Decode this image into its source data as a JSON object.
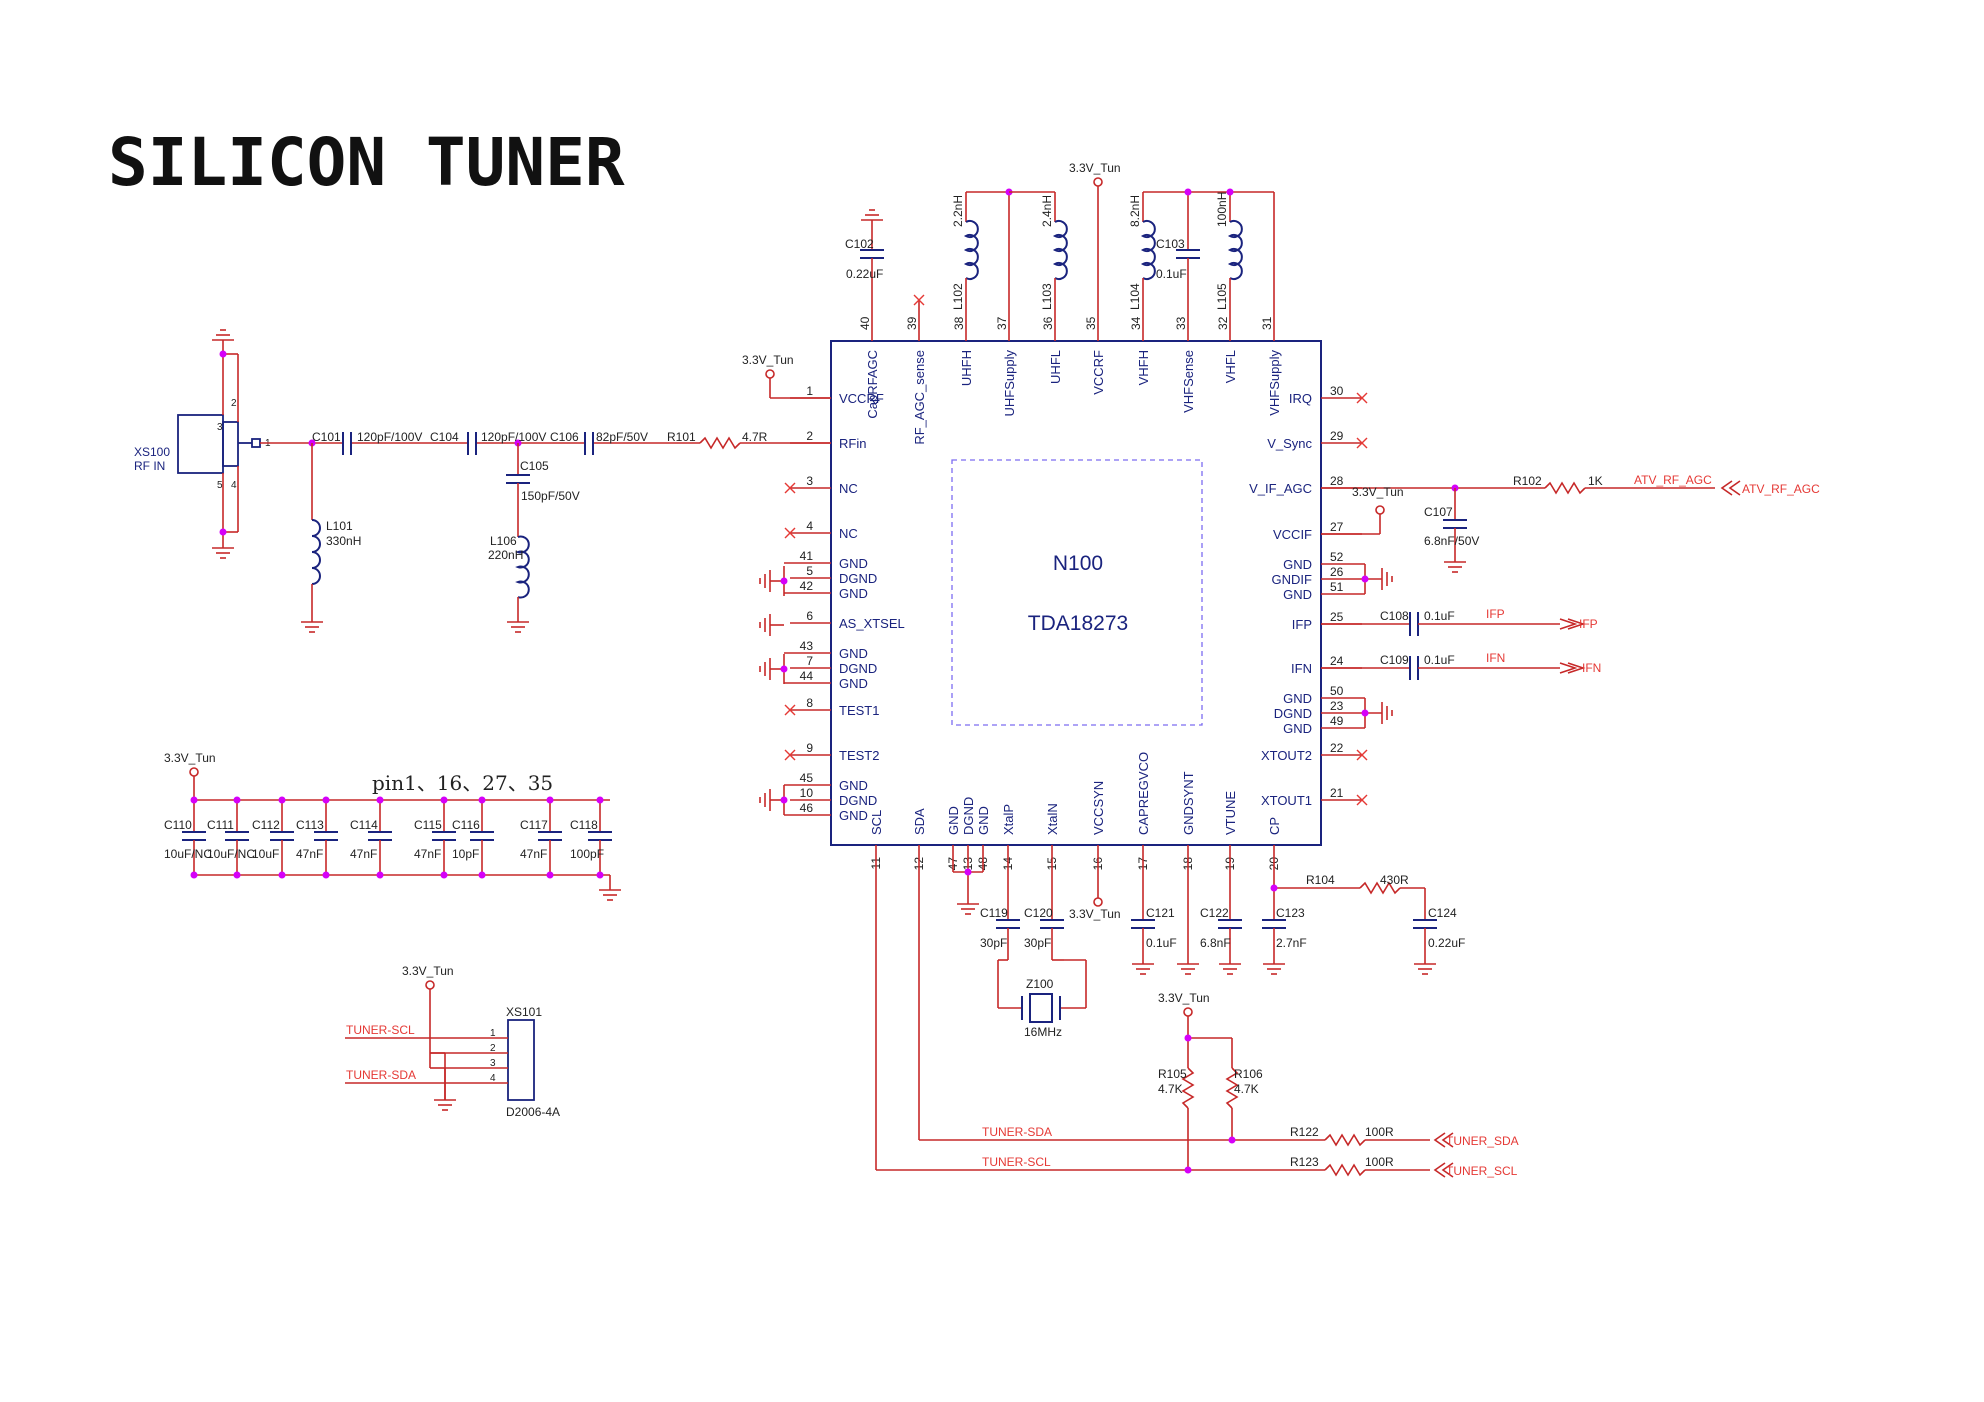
{
  "title": "SILICON TUNER",
  "supply_label": "3.3V_Tun",
  "ic": {
    "ref": "N100",
    "part": "TDA18273",
    "left_pins": [
      {
        "num": "1",
        "name": "VCCRF"
      },
      {
        "num": "2",
        "name": "RFin"
      },
      {
        "num": "3",
        "name": "NC"
      },
      {
        "num": "4",
        "name": "NC"
      },
      {
        "num": "41",
        "name": "GND"
      },
      {
        "num": "5",
        "name": "DGND"
      },
      {
        "num": "42",
        "name": "GND"
      },
      {
        "num": "6",
        "name": "AS_XTSEL"
      },
      {
        "num": "43",
        "name": "GND"
      },
      {
        "num": "7",
        "name": "DGND"
      },
      {
        "num": "44",
        "name": "GND"
      },
      {
        "num": "8",
        "name": "TEST1"
      },
      {
        "num": "9",
        "name": "TEST2"
      },
      {
        "num": "45",
        "name": "GND"
      },
      {
        "num": "10",
        "name": "DGND"
      },
      {
        "num": "46",
        "name": "GND"
      }
    ],
    "right_pins": [
      {
        "num": "30",
        "name": "IRQ"
      },
      {
        "num": "29",
        "name": "V_Sync"
      },
      {
        "num": "28",
        "name": "V_IF_AGC"
      },
      {
        "num": "27",
        "name": "VCCIF"
      },
      {
        "num": "52",
        "name": "GND"
      },
      {
        "num": "26",
        "name": "GNDIF"
      },
      {
        "num": "51",
        "name": "GND"
      },
      {
        "num": "25",
        "name": "IFP"
      },
      {
        "num": "24",
        "name": "IFN"
      },
      {
        "num": "50",
        "name": "GND"
      },
      {
        "num": "23",
        "name": "DGND"
      },
      {
        "num": "49",
        "name": "GND"
      },
      {
        "num": "22",
        "name": "XTOUT2"
      },
      {
        "num": "21",
        "name": "XTOUT1"
      }
    ],
    "top_pins": [
      {
        "num": "40",
        "name": "CapRFAGC"
      },
      {
        "num": "39",
        "name": "RF_AGC_sense"
      },
      {
        "num": "38",
        "name": "UHFH"
      },
      {
        "num": "37",
        "name": "UHFSupply"
      },
      {
        "num": "36",
        "name": "UHFL"
      },
      {
        "num": "35",
        "name": "VCCRF"
      },
      {
        "num": "34",
        "name": "VHFH"
      },
      {
        "num": "33",
        "name": "VHFSense"
      },
      {
        "num": "32",
        "name": "VHFL"
      },
      {
        "num": "31",
        "name": "VHFSupply"
      }
    ],
    "bottom_pins": [
      {
        "num": "11",
        "name": "SCL"
      },
      {
        "num": "12",
        "name": "SDA"
      },
      {
        "num": "47",
        "name": "GND"
      },
      {
        "num": "13",
        "name": "DGND"
      },
      {
        "num": "48",
        "name": "GND"
      },
      {
        "num": "14",
        "name": "XtalP"
      },
      {
        "num": "15",
        "name": "XtalN"
      },
      {
        "num": "16",
        "name": "VCCSYN"
      },
      {
        "num": "17",
        "name": "CAPREGVCO"
      },
      {
        "num": "18",
        "name": "GNDSYNT"
      },
      {
        "num": "19",
        "name": "VTUNE"
      },
      {
        "num": "20",
        "name": "CP"
      }
    ]
  },
  "components": {
    "xs100": {
      "ref": "XS100",
      "desc": "RF IN",
      "p1": "1",
      "p2": "2",
      "p3": "3",
      "p4": "4",
      "p5": "5"
    },
    "c101": {
      "ref": "C101",
      "value": "120pF/100V"
    },
    "c104": {
      "ref": "C104",
      "value": "120pF/100V"
    },
    "c106": {
      "ref": "C106",
      "value": "82pF/50V"
    },
    "c105": {
      "ref": "C105",
      "value": "150pF/50V"
    },
    "l101": {
      "ref": "L101",
      "value": "330nH"
    },
    "l106": {
      "ref": "L106",
      "value": "220nH"
    },
    "r101": {
      "ref": "R101",
      "value": "4.7R"
    },
    "c102": {
      "ref": "C102",
      "value": "0.22uF"
    },
    "l102": {
      "ref": "L102",
      "value": "2.2nH"
    },
    "l103": {
      "ref": "L103",
      "value": "2.4nH"
    },
    "l104": {
      "ref": "L104",
      "value": "8.2nH"
    },
    "c103": {
      "ref": "C103",
      "value": "0.1uF"
    },
    "l105": {
      "ref": "L105",
      "value": "100nH"
    },
    "r102": {
      "ref": "R102",
      "value": "1K"
    },
    "c107": {
      "ref": "C107",
      "value": "6.8nF/50V"
    },
    "c108": {
      "ref": "C108",
      "value": "0.1uF"
    },
    "c109": {
      "ref": "C109",
      "value": "0.1uF"
    },
    "c119": {
      "ref": "C119",
      "value": "30pF"
    },
    "c120": {
      "ref": "C120",
      "value": "30pF"
    },
    "z100": {
      "ref": "Z100",
      "value": "16MHz"
    },
    "c121": {
      "ref": "C121",
      "value": "0.1uF"
    },
    "c122": {
      "ref": "C122",
      "value": "6.8nF"
    },
    "c123": {
      "ref": "C123",
      "value": "2.7nF"
    },
    "r104": {
      "ref": "R104",
      "value": "430R"
    },
    "c124": {
      "ref": "C124",
      "value": "0.22uF"
    },
    "r105": {
      "ref": "R105",
      "value": "4.7K"
    },
    "r106": {
      "ref": "R106",
      "value": "4.7K"
    },
    "r122": {
      "ref": "R122",
      "value": "100R"
    },
    "r123": {
      "ref": "R123",
      "value": "100R"
    },
    "xs101": {
      "ref": "XS101",
      "part": "D2006-4A",
      "p1": "1",
      "p2": "2",
      "p3": "3",
      "p4": "4"
    }
  },
  "decoupling": {
    "note": "pin1、16、27、35",
    "caps": [
      {
        "ref": "C110",
        "value": "10uF/NC"
      },
      {
        "ref": "C111",
        "value": "10uF/NC"
      },
      {
        "ref": "C112",
        "value": "10uF"
      },
      {
        "ref": "C113",
        "value": "47nF"
      },
      {
        "ref": "C114",
        "value": "47nF"
      },
      {
        "ref": "C115",
        "value": "47nF"
      },
      {
        "ref": "C116",
        "value": "10pF"
      },
      {
        "ref": "C117",
        "value": "47nF"
      },
      {
        "ref": "C118",
        "value": "100pF"
      }
    ]
  },
  "nets": {
    "atv_rf_agc": "ATV_RF_AGC",
    "ifp": "IFP",
    "ifn": "IFN",
    "tuner_sda": "TUNER-SDA",
    "tuner_scl": "TUNER-SCL",
    "tuner_sda_port": "TUNER_SDA",
    "tuner_scl_port": "TUNER_SCL"
  }
}
